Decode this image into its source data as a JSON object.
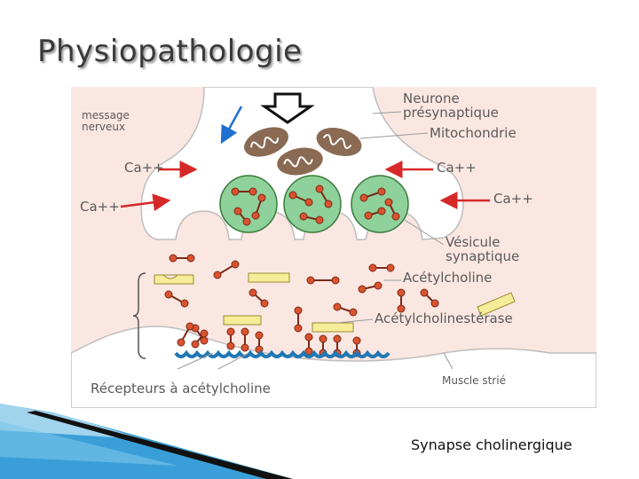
{
  "slide": {
    "title": "Physiopathologie",
    "caption": "Synapse cholinergique"
  },
  "diagram": {
    "labels": {
      "message_nerveux": "message\nnerveux",
      "neurone": "Neurone\nprésynaptique",
      "mitochondrie": "Mitochondrie",
      "ca_left_1": "Ca++",
      "ca_left_2": "Ca++",
      "ca_right_1": "Ca++",
      "ca_right_2": "Ca++",
      "vesicule": "Vésicule\nsynaptique",
      "acetylcholine": "Acétylcholine",
      "acetylcholinesterase": "Acétylcholinestérase",
      "recepteurs": "Récepteurs à acétylcholine",
      "muscle": "Muscle strié"
    },
    "colors": {
      "molecule": "#d9532f",
      "vesicle_fill": "#8fd19b",
      "vesicle_stroke": "#3a7a3a",
      "mitochondria": "#8a6a52",
      "enzyme": "#f7ec98",
      "receptor": "#1f78b4",
      "arrow_red": "#d62828",
      "arrow_blue": "#1e6fd0",
      "footer_blue": "#3a9fd8"
    }
  }
}
